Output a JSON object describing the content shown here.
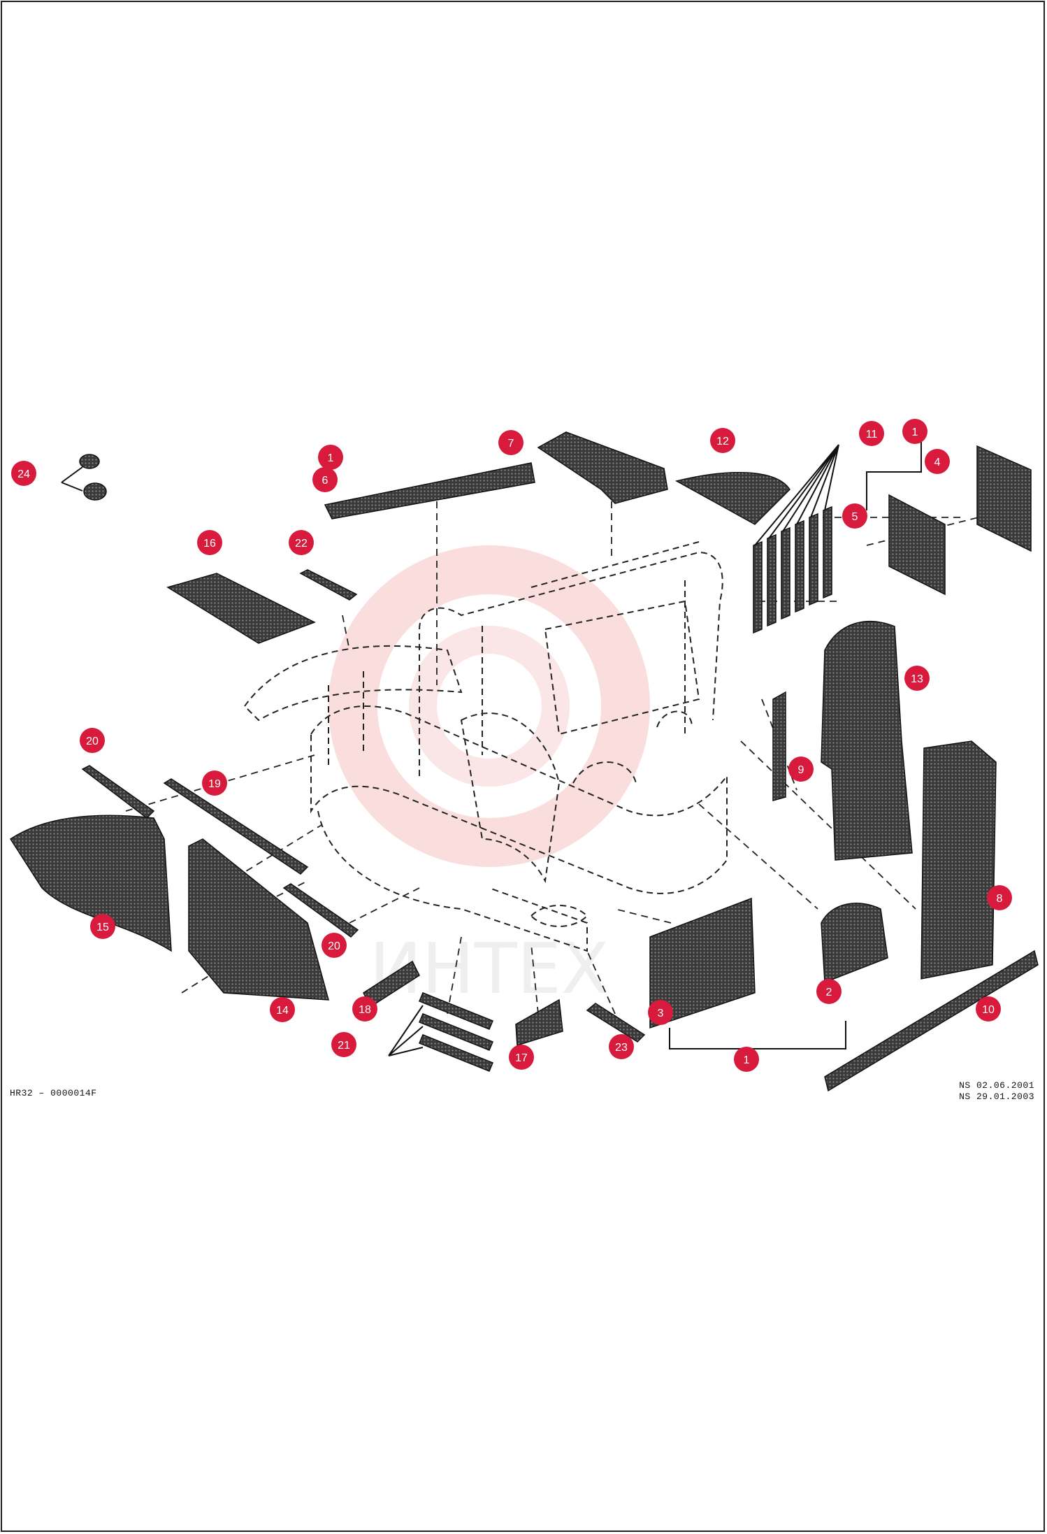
{
  "drawing": {
    "code": "HR32 – 0000014F",
    "revision_1": "NS 02.06.2001",
    "revision_2": "NS 29.01.2003",
    "watermark": "ИНТЕХ"
  },
  "colors": {
    "callout": "#d81b3c",
    "pad": "#3a3a3a",
    "line": "#222222",
    "watermark": "#f4c8c8"
  },
  "callouts": [
    {
      "id": "c24",
      "number": "24"
    },
    {
      "id": "c1a",
      "number": "1"
    },
    {
      "id": "c6",
      "number": "6"
    },
    {
      "id": "c7",
      "number": "7"
    },
    {
      "id": "c12",
      "number": "12"
    },
    {
      "id": "c11",
      "number": "11"
    },
    {
      "id": "c1b",
      "number": "1"
    },
    {
      "id": "c4",
      "number": "4"
    },
    {
      "id": "c5",
      "number": "5"
    },
    {
      "id": "c16",
      "number": "16"
    },
    {
      "id": "c22",
      "number": "22"
    },
    {
      "id": "c13",
      "number": "13"
    },
    {
      "id": "c9",
      "number": "9"
    },
    {
      "id": "c20a",
      "number": "20"
    },
    {
      "id": "c19",
      "number": "19"
    },
    {
      "id": "c15",
      "number": "15"
    },
    {
      "id": "c20b",
      "number": "20"
    },
    {
      "id": "c14",
      "number": "14"
    },
    {
      "id": "c8",
      "number": "8"
    },
    {
      "id": "c2",
      "number": "2"
    },
    {
      "id": "c3",
      "number": "3"
    },
    {
      "id": "c10",
      "number": "10"
    },
    {
      "id": "c18",
      "number": "18"
    },
    {
      "id": "c21",
      "number": "21"
    },
    {
      "id": "c17",
      "number": "17"
    },
    {
      "id": "c23",
      "number": "23"
    },
    {
      "id": "c1c",
      "number": "1"
    }
  ]
}
